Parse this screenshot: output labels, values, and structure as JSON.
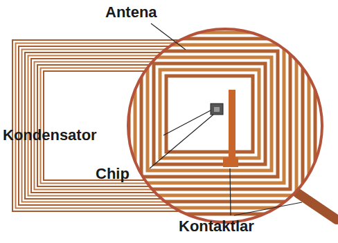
{
  "diagram": {
    "labels": [
      "Antena",
      "Kondensator",
      "Chip",
      "Kontaktlar"
    ]
  }
}
